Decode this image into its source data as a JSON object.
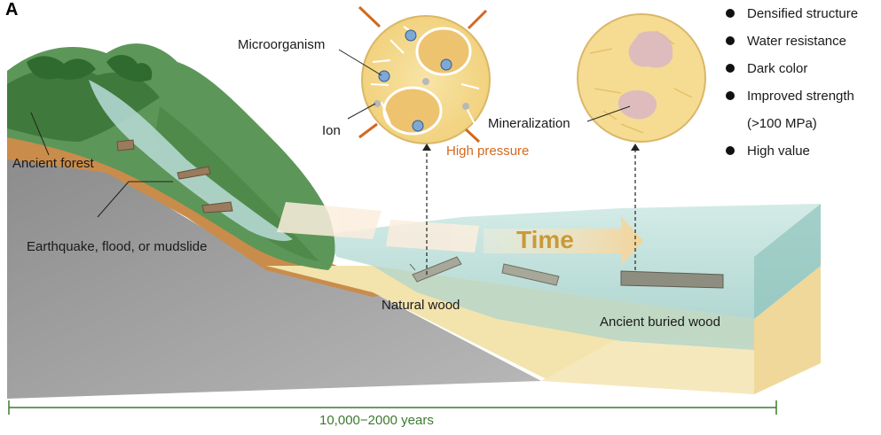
{
  "panel_label": "A",
  "labels": {
    "microorganism": "Microorganism",
    "ion": "Ion",
    "high_pressure": "High pressure",
    "mineralization": "Mineralization",
    "ancient_forest": "Ancient forest",
    "disaster": "Earthquake, flood, or mudslide",
    "time": "Time",
    "natural_wood": "Natural wood",
    "ancient_buried_wood": "Ancient buried wood"
  },
  "properties": [
    {
      "text": "Densified structure",
      "bullet": true
    },
    {
      "text": "Water resistance",
      "bullet": true
    },
    {
      "text": "Dark color",
      "bullet": true
    },
    {
      "text": "Improved strength",
      "bullet": true
    },
    {
      "text": "(>100 MPa)",
      "bullet": false
    },
    {
      "text": "High value",
      "bullet": true
    }
  ],
  "timeline": "10,000−2000 years",
  "colors": {
    "pressure_arrow": "#d2691e",
    "timeline": "#3c7a2e",
    "time_arrow": "#f3d9a8",
    "water": "#bfe0dc",
    "sediment": "#f3e3ad",
    "rock": "#9a9a9a",
    "forest": "#4f8a4a"
  }
}
